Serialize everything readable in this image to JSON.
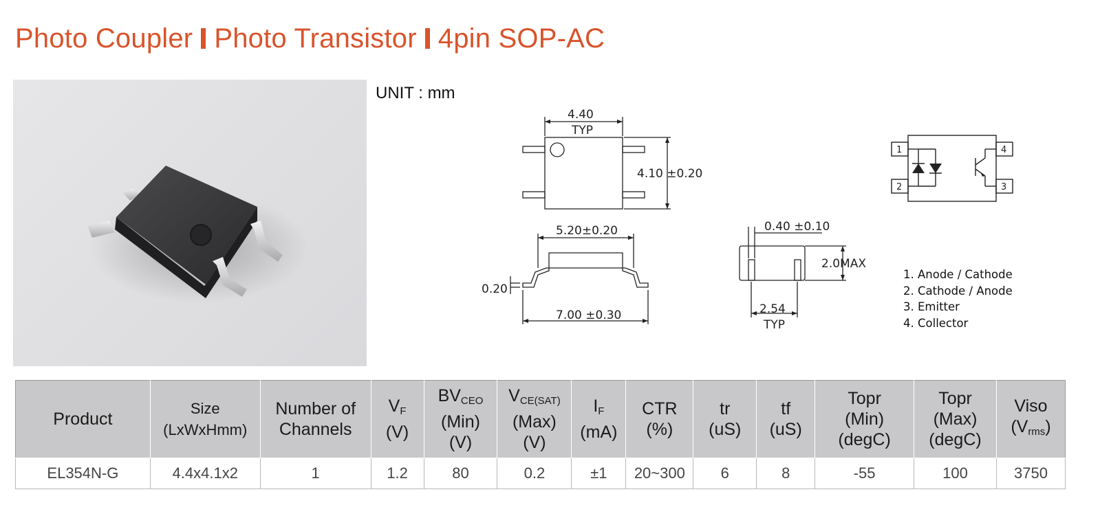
{
  "title": {
    "part1": "Photo Coupler",
    "part2": "Photo Transistor",
    "part3": "4pin SOP-AC"
  },
  "unit_label": "UNIT : mm",
  "dimensions": {
    "top_width": "4.40",
    "top_width_typ": "TYP",
    "top_height": "4.10 ±0.20",
    "side_body": "5.20±0.20",
    "side_total": "7.00 ±0.30",
    "side_lead": "0.20",
    "end_lead": "0.40 ±0.10",
    "end_height": "2.0MAX",
    "end_pitch": "2.54",
    "end_pitch_typ": "TYP"
  },
  "schematic_pins": [
    "1",
    "2",
    "3",
    "4"
  ],
  "pin_list": [
    "1. Anode / Cathode",
    "2. Cathode / Anode",
    "3. Emitter",
    "4. Collector"
  ],
  "table": {
    "headers": {
      "product": "Product",
      "size": "Size",
      "size_sub": "(LxWxHmm)",
      "channels1": "Number of",
      "channels2": "Channels",
      "vf_main": "V",
      "vf_sub": "F",
      "vf_unit": "(V)",
      "bv_main": "BV",
      "bv_sub": "CEO",
      "bv_min": "(Min)",
      "bv_unit": "(V)",
      "vce_main": "V",
      "vce_sub": "CE(SAT)",
      "vce_max": "(Max)",
      "vce_unit": "(V)",
      "if_main": "I",
      "if_sub": "F",
      "if_unit": "(mA)",
      "ctr": "CTR",
      "ctr_unit": "(%)",
      "tr": "tr",
      "tr_unit": "(uS)",
      "tf": "tf",
      "tf_unit": "(uS)",
      "topr_min1": "Topr",
      "topr_min2": "(Min)",
      "topr_min3": "(degC)",
      "topr_max1": "Topr",
      "topr_max2": "(Max)",
      "topr_max3": "(degC)",
      "viso": "Viso",
      "viso_open": "(V",
      "viso_sub": "rms",
      "viso_close": ")"
    },
    "row": {
      "product": "EL354N-G",
      "size": "4.4x4.1x2",
      "channels": "1",
      "vf": "1.2",
      "bv": "80",
      "vce": "0.2",
      "if": "±1",
      "ctr": "20~300",
      "tr": "6",
      "tf": "8",
      "topr_min": "-55",
      "topr_max": "100",
      "viso": "3750"
    }
  },
  "colors": {
    "accent": "#d9532b",
    "header_bg": "#c8c8ca",
    "chip": "#2b2b2d",
    "lead": "#c9c9cb"
  }
}
